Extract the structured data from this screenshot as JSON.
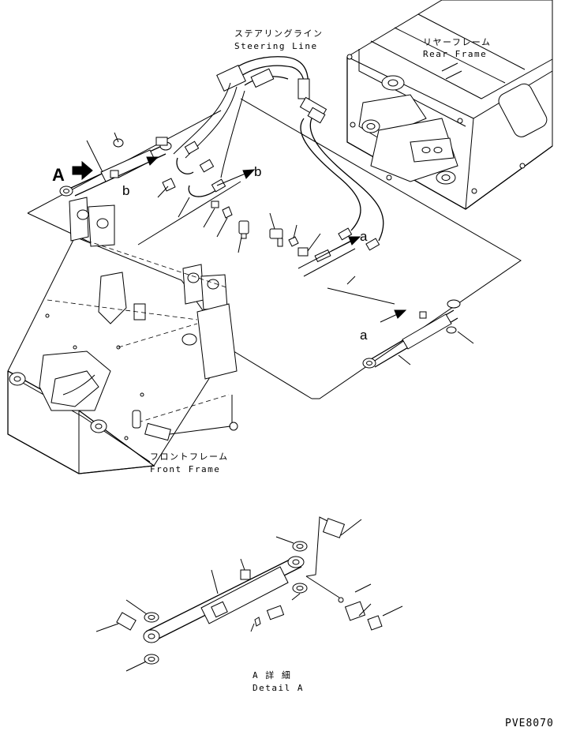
{
  "labels": {
    "steering_line_jp": "ステアリングライン",
    "steering_line_en": "Steering Line",
    "rear_frame_jp": "リヤーフレーム",
    "rear_frame_en": "Rear Frame",
    "front_frame_jp": "フロントフレーム",
    "front_frame_en": "Front Frame",
    "detail_a_jp": "A 詳 細",
    "detail_a_en": "Detail A",
    "view_arrow": "A",
    "ref_a_upper": "a",
    "ref_a_lower": "a",
    "ref_b_right": "b",
    "ref_b_left": "b",
    "drawing_code": "PVE8070"
  }
}
